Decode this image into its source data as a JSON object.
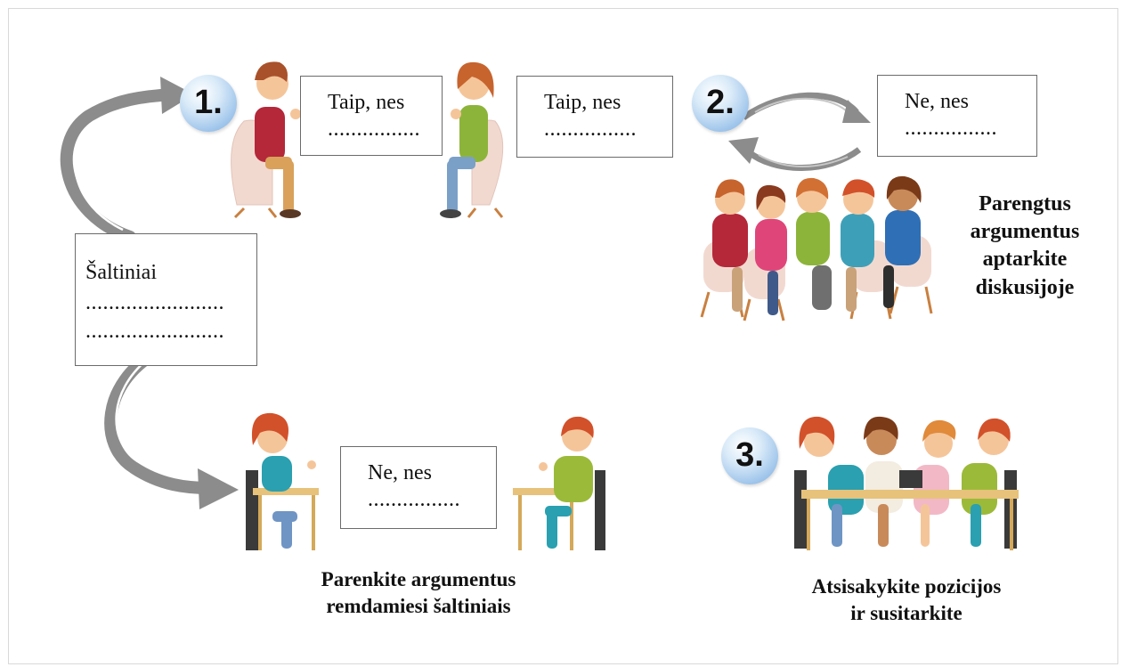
{
  "steps": {
    "one": "1.",
    "two": "2.",
    "three": "3."
  },
  "bubbles": {
    "pair_left": {
      "line1": "Taip, nes",
      "line2": "................"
    },
    "pair_right": {
      "line1": "Taip, nes",
      "line2": "................"
    },
    "group": {
      "line1": "Ne, nes",
      "line2": "................"
    },
    "desk": {
      "line1": "Ne, nes",
      "line2": "................"
    }
  },
  "sources": {
    "title": "Šaltiniai",
    "line1": "........................",
    "line2": "........................"
  },
  "captions": {
    "discussion": [
      "Parengtus",
      "argumentus",
      "aptarkite",
      "diskusijoje"
    ],
    "prepare": [
      "Parenkite argumentus",
      "remdamiesi šaltiniais"
    ],
    "agree": [
      "Atsisakykite pozicijos",
      "ir susitarkite"
    ]
  },
  "colors": {
    "arrow": "#8c8c8c",
    "badge": "#9cc3ea",
    "chair": "#f2d9d0",
    "skin": "#f5c59a"
  }
}
